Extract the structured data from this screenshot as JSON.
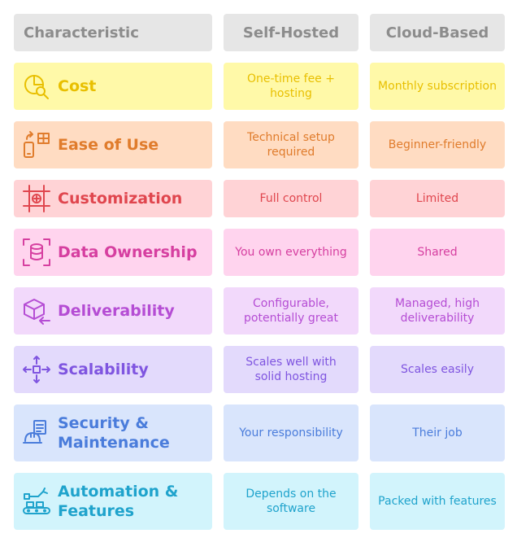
{
  "header": {
    "characteristic": "Characteristic",
    "self_hosted": "Self-Hosted",
    "cloud_based": "Cloud-Based"
  },
  "rows": [
    {
      "name": "Cost",
      "self_hosted": "One-time fee + hosting",
      "cloud_based": "Monthly subscription",
      "icon": "pie-chart-search-icon",
      "bg": "#fff9a8",
      "text": "#e8bf00"
    },
    {
      "name": "Ease of Use",
      "self_hosted": "Technical setup required",
      "cloud_based": "Beginner-friendly",
      "icon": "devices-sync-icon",
      "bg": "#ffdcc2",
      "text": "#e07c2c"
    },
    {
      "name": "Customization",
      "self_hosted": "Full control",
      "cloud_based": "Limited",
      "icon": "target-crop-icon",
      "bg": "#ffd3d6",
      "text": "#e0464e"
    },
    {
      "name": "Data Ownership",
      "self_hosted": "You own everything",
      "cloud_based": "Shared",
      "icon": "database-scan-icon",
      "bg": "#ffd4ee",
      "text": "#d63fa0"
    },
    {
      "name": "Deliverability",
      "self_hosted": "Configurable, potentially great",
      "cloud_based": "Managed, high deliverability",
      "icon": "box-delivery-icon",
      "bg": "#f2d9fb",
      "text": "#b54dd4"
    },
    {
      "name": "Scalability",
      "self_hosted": "Scales well with solid hosting",
      "cloud_based": "Scales easily",
      "icon": "expand-arrows-icon",
      "bg": "#e3dafc",
      "text": "#7f55e0"
    },
    {
      "name": "Security & Maintenance",
      "self_hosted": "Your responsibility",
      "cloud_based": "Their job",
      "icon": "hardhat-tools-icon",
      "bg": "#d9e5fc",
      "text": "#4a7cdb"
    },
    {
      "name": "Automation & Features",
      "self_hosted": "Depends on the software",
      "cloud_based": "Packed with features",
      "icon": "conveyor-robot-icon",
      "bg": "#d2f4fc",
      "text": "#1fa3cc"
    }
  ]
}
